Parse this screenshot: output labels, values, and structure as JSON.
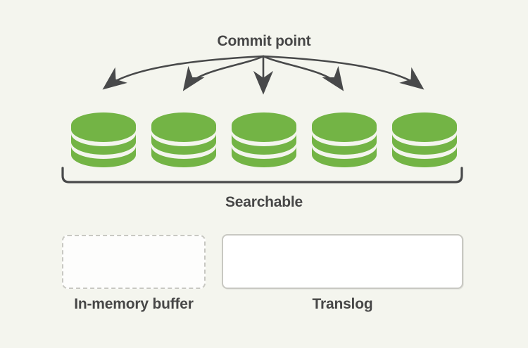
{
  "diagram": {
    "commit_point_label": "Commit point",
    "searchable_label": "Searchable",
    "in_memory_buffer_label": "In-memory buffer",
    "translog_label": "Translog",
    "segment_count": 5,
    "arrow_count": 5,
    "segment_icon": "database-icon"
  },
  "colors": {
    "background": "#f4f5ee",
    "segment_green": "#73b445",
    "line": "#48494a",
    "text": "#474747",
    "box_border": "#c8c8c2",
    "box_fill": "#fdfdfc"
  }
}
